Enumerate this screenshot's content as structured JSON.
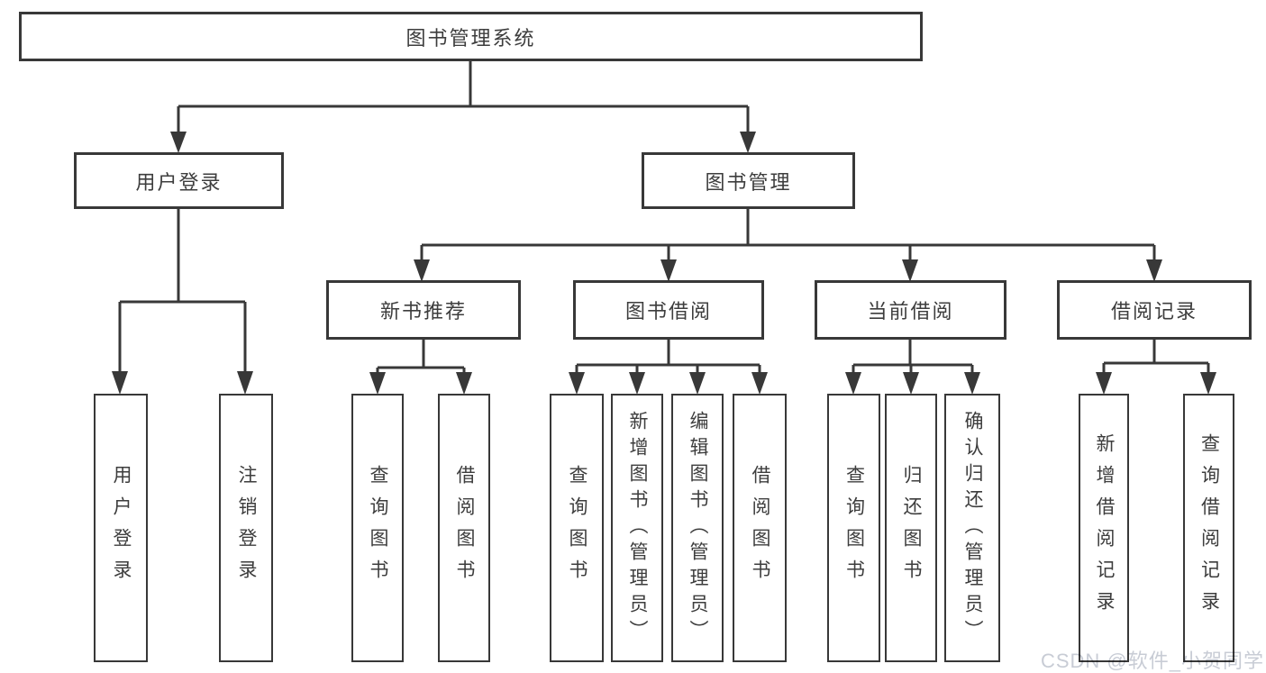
{
  "nodes": {
    "root": "图书管理系统",
    "user_login": "用户登录",
    "book_management": "图书管理",
    "new_book_recommend": "新书推荐",
    "book_borrow": "图书借阅",
    "current_borrow": "当前借阅",
    "borrow_record": "借阅记录",
    "leaf_user_login": "用户登录",
    "leaf_logout": "注销登录",
    "leaf_query_book_rec": "查询图书",
    "leaf_borrow_book_rec": "借阅图书",
    "leaf_query_book_borrow": "查询图书",
    "leaf_add_book_admin": "新增图书（管理员）",
    "leaf_edit_book_admin": "编辑图书（管理员）",
    "leaf_borrow_book_borrow": "借阅图书",
    "leaf_query_book_current": "查询图书",
    "leaf_return_book": "归还图书",
    "leaf_confirm_return_admin": "确认归还（管理员）",
    "leaf_add_borrow_record": "新增借阅记录",
    "leaf_query_borrow_record": "查询借阅记录"
  },
  "watermark": "CSDN @软件_小贺同学",
  "colors": {
    "line": "#383838",
    "text": "#3d3d3d",
    "watermark": "#c8ccd5"
  }
}
